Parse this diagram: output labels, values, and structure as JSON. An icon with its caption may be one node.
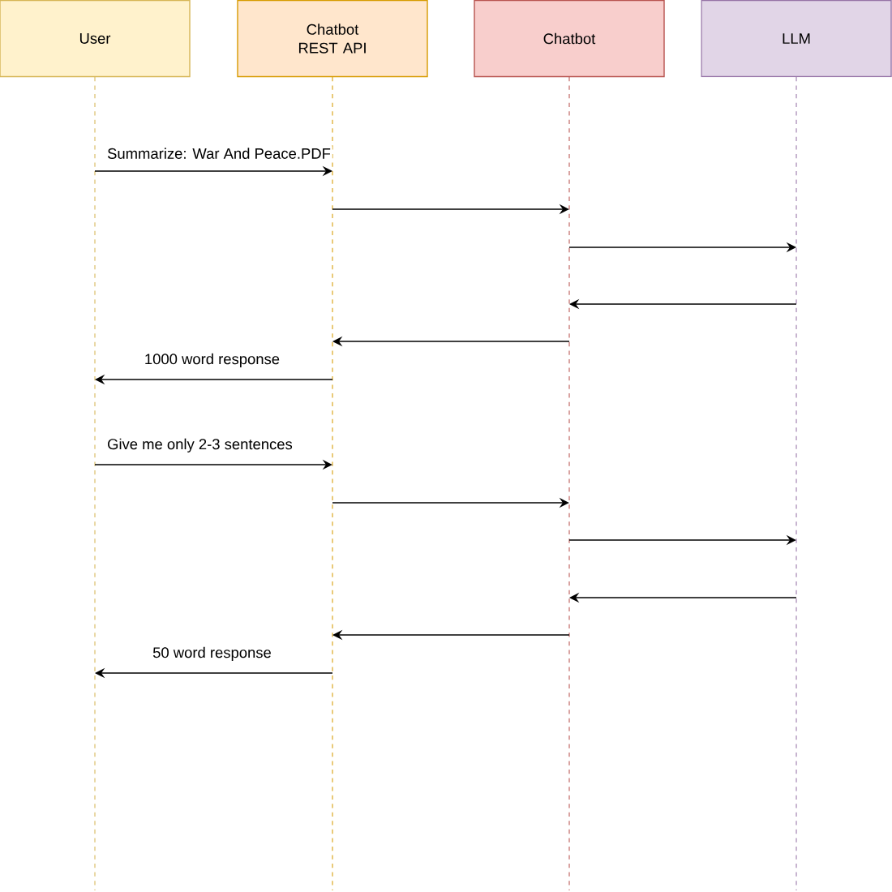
{
  "diagram": {
    "nodes": [
      {
        "text": [
          "User"
        ]
      },
      {
        "text": [
          "Chatbot REST API"
        ]
      },
      {
        "text": [
          "Chatbot"
        ]
      },
      {
        "text": [
          "LLM"
        ]
      }
    ],
    "edges": [
      {
        "from": 0,
        "to": 1,
        "arrow": "to",
        "label": "Summarize: War And Peace.PDF"
      },
      {
        "from": 1,
        "to": 2,
        "arrow": "to"
      },
      {
        "from": 2,
        "to": 3,
        "arrow": "to"
      },
      {
        "from": 3,
        "to": 2,
        "arrow": "to"
      },
      {
        "from": 2,
        "to": 1,
        "arrow": "to"
      },
      {
        "from": 1,
        "to": 0,
        "arrow": "to",
        "label": "1000 word response"
      },
      {
        "from": 0,
        "to": 1,
        "arrow": "to",
        "label": "Give me only 2-3 sentences"
      },
      {
        "from": 1,
        "to": 2,
        "arrow": "to"
      },
      {
        "from": 2,
        "to": 3,
        "arrow": "to"
      },
      {
        "from": 3,
        "to": 2,
        "arrow": "to"
      },
      {
        "from": 2,
        "to": 1,
        "arrow": "to"
      },
      {
        "from": 1,
        "to": 0,
        "arrow": "to",
        "label": "50 word response"
      }
    ]
  }
}
